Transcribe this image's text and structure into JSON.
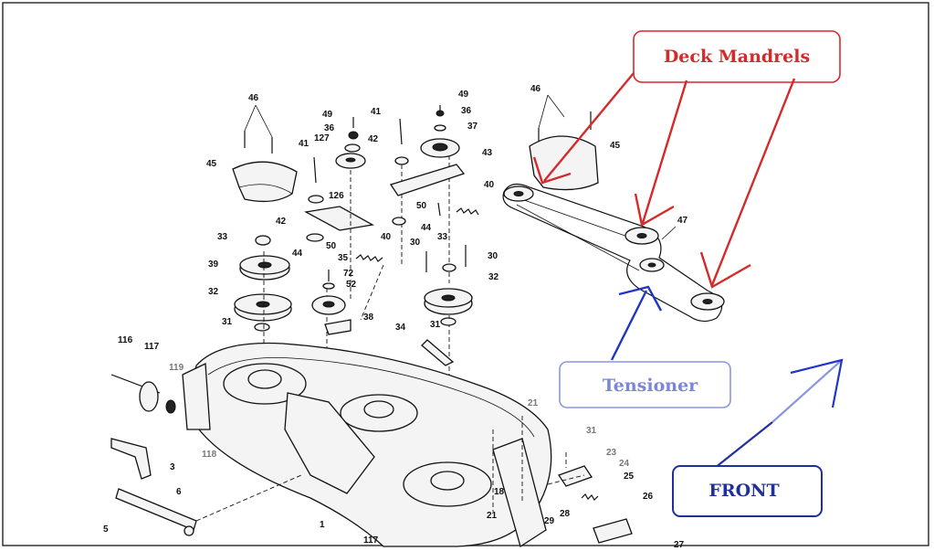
{
  "callouts": {
    "deck_mandrels": "Deck Mandrels",
    "tensioner": "Tensioner",
    "front": "FRONT"
  },
  "part_numbers": {
    "p46a": "46",
    "p45a": "45",
    "p41a": "41",
    "p42a": "42",
    "p126": "126",
    "p44a": "44",
    "p50a": "50",
    "p33a": "33",
    "p39": "39",
    "p32a": "32",
    "p31a": "31",
    "p49a": "49",
    "p36a": "36",
    "p127": "127",
    "p41b": "41",
    "p42b": "42",
    "p40a": "40",
    "p35": "35",
    "p72": "72",
    "p52": "52",
    "p38": "38",
    "p49b": "49",
    "p36b": "36",
    "p37": "37",
    "p43": "43",
    "p40b": "40",
    "p50b": "50",
    "p44b": "44",
    "p30a": "30",
    "p33b": "33",
    "p30b": "30",
    "p32b": "32",
    "p31b": "31",
    "p34": "34",
    "p46b": "46",
    "p45b": "45",
    "p47": "47",
    "p116": "116",
    "p117a": "117",
    "p119": "119",
    "p118": "118",
    "p3": "3",
    "p6": "6",
    "p5": "5",
    "p1": "1",
    "p117b": "117",
    "p21a": "21",
    "p18": "18",
    "p21b": "21",
    "p31c": "31",
    "p23": "23",
    "p24": "24",
    "p25": "25",
    "p26": "26",
    "p28": "28",
    "p29": "29",
    "p27": "27"
  },
  "colors": {
    "mandrel_red": "#d42a2a",
    "tensioner_blue": "#7a86d6",
    "front_blue": "#1f2f9e",
    "line_art": "#111111"
  }
}
